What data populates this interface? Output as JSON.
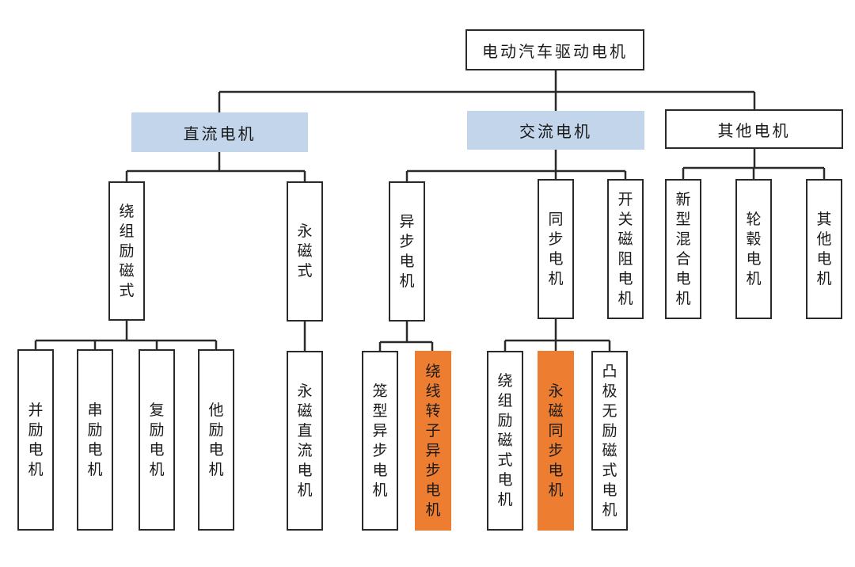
{
  "diagram": {
    "root": "电动汽车驱动电机",
    "level1": {
      "dc": "直流电机",
      "ac": "交流电机",
      "other": "其他电机"
    },
    "level2": {
      "dc_wound": "绕组励磁式",
      "dc_pm": "永磁式",
      "ac_async": "异步电机",
      "ac_sync": "同步电机",
      "ac_srm": "开关磁阻电机",
      "other_hybrid": "新型混合电机",
      "other_hub": "轮毂电机",
      "other_misc": "其他电机"
    },
    "level3": {
      "shunt": "并励电机",
      "series": "串励电机",
      "compound": "复励电机",
      "separate": "他励电机",
      "pm_dc": "永磁直流电机",
      "squirrel": "笼型异步电机",
      "wound_rotor": "绕线转子异步电机",
      "wound_sync": "绕组励磁式电机",
      "pm_sync": "永磁同步电机",
      "salient": "凸极无励磁式电机"
    },
    "colors": {
      "line": "#2a2a2a",
      "highlight_blue": "#c3d5ea",
      "highlight_orange": "#ed7d31"
    }
  }
}
